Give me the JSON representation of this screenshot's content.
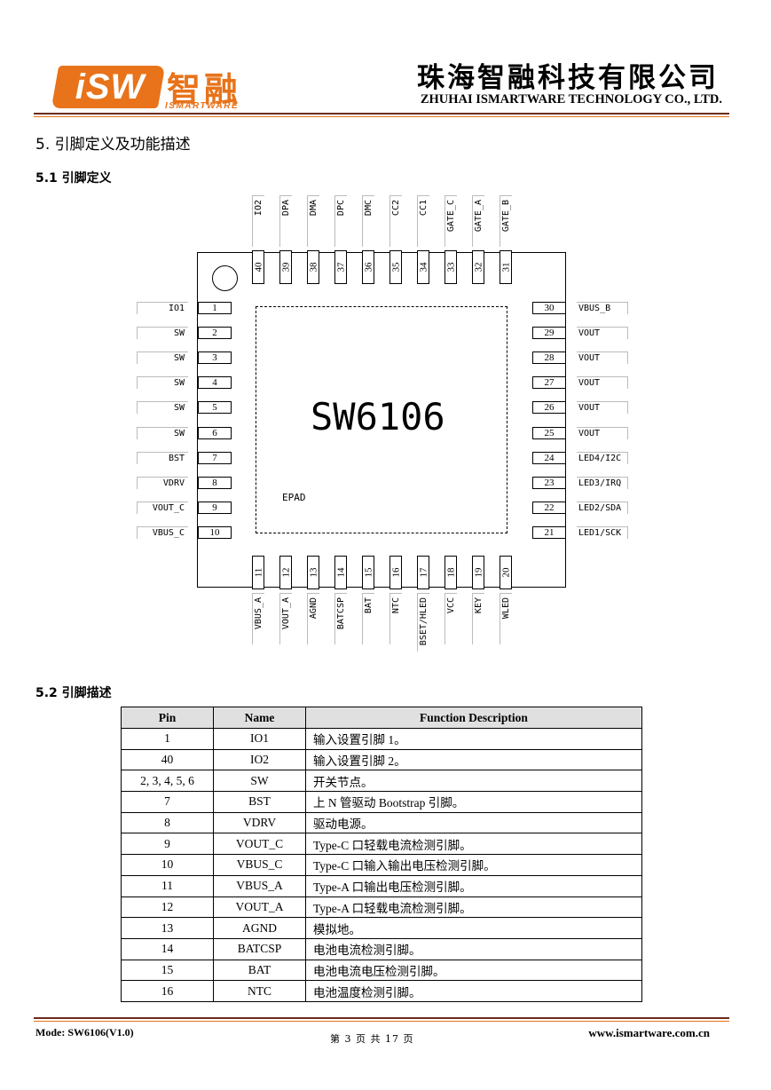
{
  "header": {
    "logo_letters": "iSW",
    "logo_cn": "智融",
    "logo_en": "ISMARTWARE",
    "company_cn": "珠海智融科技有限公司",
    "company_en": "ZHUHAI ISMARTWARE TECHNOLOGY CO., LTD.",
    "colors": {
      "brand": "#e8731a",
      "rule": "#6b2a1a"
    }
  },
  "section_title": "5.  引脚定义及功能描述",
  "sub1_title": "5.1  引脚定义",
  "sub2_title": "5.2  引脚描述",
  "diagram": {
    "chip_name": "SW6106",
    "epad_label": "EPAD",
    "left_pins": [
      {
        "num": "1",
        "name": "IO1"
      },
      {
        "num": "2",
        "name": "SW"
      },
      {
        "num": "3",
        "name": "SW"
      },
      {
        "num": "4",
        "name": "SW"
      },
      {
        "num": "5",
        "name": "SW"
      },
      {
        "num": "6",
        "name": "SW"
      },
      {
        "num": "7",
        "name": "BST"
      },
      {
        "num": "8",
        "name": "VDRV"
      },
      {
        "num": "9",
        "name": "VOUT_C"
      },
      {
        "num": "10",
        "name": "VBUS_C"
      }
    ],
    "bottom_pins": [
      {
        "num": "11",
        "name": "VBUS_A"
      },
      {
        "num": "12",
        "name": "VOUT_A"
      },
      {
        "num": "13",
        "name": "AGND"
      },
      {
        "num": "14",
        "name": "BATCSP"
      },
      {
        "num": "15",
        "name": "BAT"
      },
      {
        "num": "16",
        "name": "NTC"
      },
      {
        "num": "17",
        "name": "BSET/HLED"
      },
      {
        "num": "18",
        "name": "VCC"
      },
      {
        "num": "19",
        "name": "KEY"
      },
      {
        "num": "20",
        "name": "WLED"
      }
    ],
    "right_pins": [
      {
        "num": "30",
        "name": "VBUS_B"
      },
      {
        "num": "29",
        "name": "VOUT"
      },
      {
        "num": "28",
        "name": "VOUT"
      },
      {
        "num": "27",
        "name": "VOUT"
      },
      {
        "num": "26",
        "name": "VOUT"
      },
      {
        "num": "25",
        "name": "VOUT"
      },
      {
        "num": "24",
        "name": "LED4/I2C"
      },
      {
        "num": "23",
        "name": "LED3/IRQ"
      },
      {
        "num": "22",
        "name": "LED2/SDA"
      },
      {
        "num": "21",
        "name": "LED1/SCK"
      }
    ],
    "top_pins": [
      {
        "num": "40",
        "name": "IO2"
      },
      {
        "num": "39",
        "name": "DPA"
      },
      {
        "num": "38",
        "name": "DMA"
      },
      {
        "num": "37",
        "name": "DPC"
      },
      {
        "num": "36",
        "name": "DMC"
      },
      {
        "num": "35",
        "name": "CC2"
      },
      {
        "num": "34",
        "name": "CC1"
      },
      {
        "num": "33",
        "name": "GATE_C"
      },
      {
        "num": "32",
        "name": "GATE_A"
      },
      {
        "num": "31",
        "name": "GATE_B"
      }
    ]
  },
  "table": {
    "headers": [
      "Pin",
      "Name",
      "Function Description"
    ],
    "rows": [
      [
        "1",
        "IO1",
        "输入设置引脚 1。"
      ],
      [
        "40",
        "IO2",
        "输入设置引脚 2。"
      ],
      [
        "2, 3, 4, 5, 6",
        "SW",
        "开关节点。"
      ],
      [
        "7",
        "BST",
        "上 N 管驱动 Bootstrap 引脚。"
      ],
      [
        "8",
        "VDRV",
        "驱动电源。"
      ],
      [
        "9",
        "VOUT_C",
        "Type-C 口轻载电流检测引脚。"
      ],
      [
        "10",
        "VBUS_C",
        "Type-C 口输入输出电压检测引脚。"
      ],
      [
        "11",
        "VBUS_A",
        "Type-A 口输出电压检测引脚。"
      ],
      [
        "12",
        "VOUT_A",
        "Type-A 口轻载电流检测引脚。"
      ],
      [
        "13",
        "AGND",
        "模拟地。"
      ],
      [
        "14",
        "BATCSP",
        "电池电流检测引脚。"
      ],
      [
        "15",
        "BAT",
        "电池电流电压检测引脚。"
      ],
      [
        "16",
        "NTC",
        "电池温度检测引脚。"
      ]
    ]
  },
  "footer": {
    "model": "Mode: SW6106(V1.0)",
    "page": "第 3 页 共 17 页",
    "url": "www.ismartware.com.cn"
  }
}
